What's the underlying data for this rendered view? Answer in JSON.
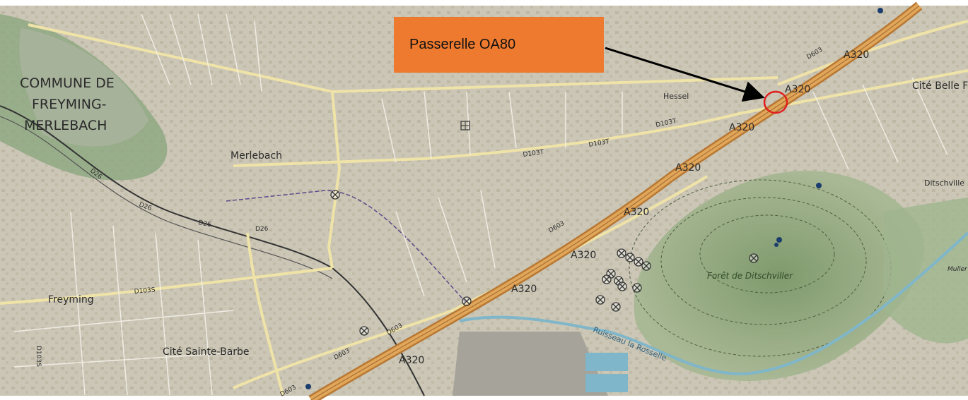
{
  "callout": {
    "text": "Passerelle OA80",
    "fill": "#ee7a2f"
  },
  "commune": {
    "line1": "COMMUNE DE",
    "line2": "FREYMING-",
    "line3": "MERLEBACH"
  },
  "places": {
    "merlebach": "Merlebach",
    "freyming": "Freyming",
    "cite_sainte_barbe": "Cité Sainte-Barbe",
    "hessel": "Hessel",
    "cite_belle": "Cité Belle F",
    "ditschviller": "Ditschville",
    "muller": "Muller",
    "foret": "Forêt de Ditschviller",
    "ruisseau": "Ruisseau la Rosselle"
  },
  "roads": {
    "a320": "A320",
    "d26": "D26",
    "d103t": "D103T",
    "d103s": "D103S",
    "d603": "D603"
  },
  "colors": {
    "map_base": "#c9c4b2",
    "motorway": "#d4974a",
    "road_major": "#efe3a8",
    "river": "#7fb6c9",
    "forest": "#8ea37a",
    "highlight": "#e01f1f"
  },
  "icons": [
    "marker-circle-x-icon",
    "poi-dot-icon"
  ]
}
